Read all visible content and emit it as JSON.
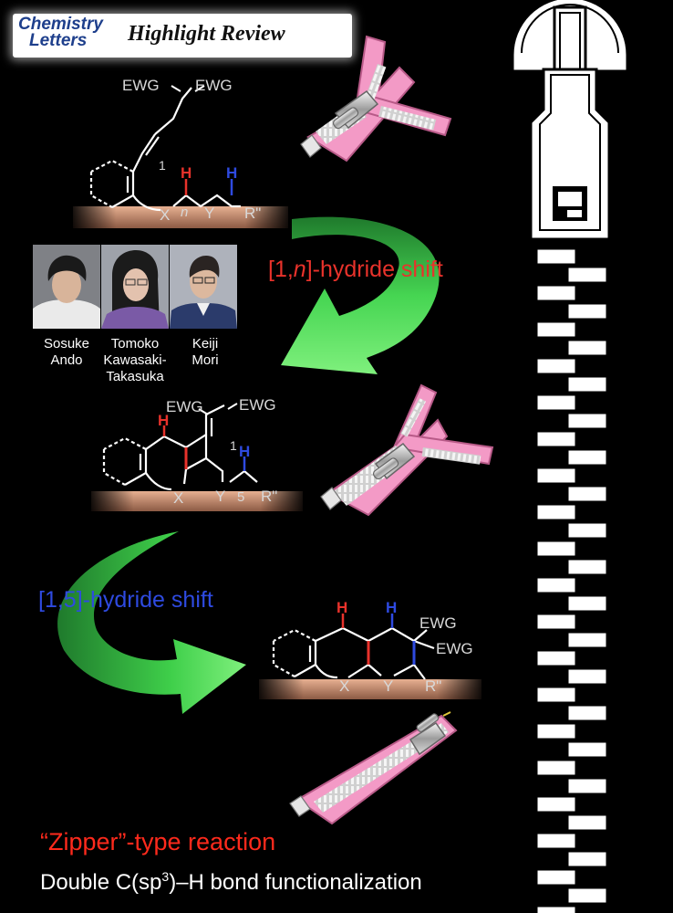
{
  "header": {
    "journal_line1": "Chemistry",
    "journal_line2": "Letters",
    "title": "Highlight Review"
  },
  "authors": [
    {
      "lines": [
        "Sosuke",
        "Ando"
      ]
    },
    {
      "lines": [
        "Tomoko",
        "Kawasaki-",
        "Takasuka"
      ]
    },
    {
      "lines": [
        "Keiji",
        "Mori"
      ]
    }
  ],
  "scheme": {
    "step1_prefix": "[1,",
    "step1_var": "n",
    "step1_suffix": "]-hydride shift",
    "step2_label": "[1,5]-hydride shift",
    "labels": {
      "ewg": "EWG",
      "h": "H",
      "x": "X",
      "y": "Y",
      "r": "R\"",
      "n": "n",
      "one": "1",
      "five": "5"
    }
  },
  "footer": {
    "tagline": "“Zipper”-type reaction",
    "subtitle_pre": "Double C(sp",
    "subtitle_sup": "3",
    "subtitle_post": ")–H bond functionalization"
  },
  "colors": {
    "background": "#000000",
    "hydride_red": "#e8322b",
    "hydride_blue": "#2e4ae0",
    "arrow_green": "#3fcf4a",
    "surface": "#d79a7a",
    "zipper_pink": "#f39ac6",
    "journal_blue": "#1e3f8c"
  }
}
